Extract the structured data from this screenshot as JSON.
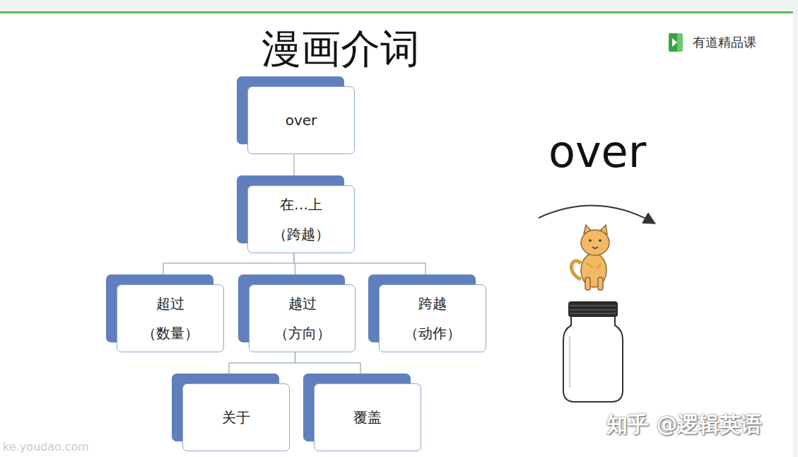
{
  "diagram": {
    "title": "漫画介词",
    "nodes": [
      {
        "text": [
          "over"
        ]
      },
      {
        "text": [
          "在…上",
          "（跨越）"
        ]
      },
      {
        "text": [
          "超过",
          "（数量）"
        ]
      },
      {
        "text": [
          "越过",
          "（方向）"
        ]
      },
      {
        "text": [
          "跨越",
          "（动作）"
        ]
      },
      {
        "text": [
          "关于"
        ]
      },
      {
        "text": [
          "覆盖"
        ]
      }
    ],
    "edges": [
      {
        "from": 0,
        "to": 1,
        "arrow": "none"
      },
      {
        "from": 1,
        "to": 2,
        "arrow": "none"
      },
      {
        "from": 1,
        "to": 3,
        "arrow": "none"
      },
      {
        "from": 1,
        "to": 4,
        "arrow": "none"
      },
      {
        "from": 3,
        "to": 5,
        "arrow": "none"
      },
      {
        "from": 3,
        "to": 6,
        "arrow": "none"
      }
    ],
    "labels": [
      "over",
      "有道精品课",
      "ke.youdao.com",
      "知乎 @逻辑英语"
    ]
  }
}
